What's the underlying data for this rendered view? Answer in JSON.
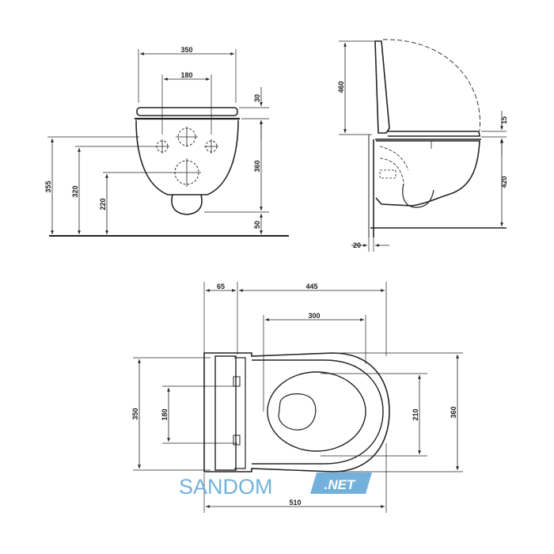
{
  "front_view": {
    "width": "350",
    "inner_width": "180",
    "lid_thickness": "30",
    "bowl_height": "360",
    "bottom_gap": "50",
    "total_height": "355",
    "upper_inlet_height": "320",
    "lower_inlet_height": "220"
  },
  "side_view": {
    "lid_height": "460",
    "seat_thickness": "15",
    "rim_height": "420",
    "wall_gap": "20"
  },
  "top_view": {
    "rear_offset": "65",
    "front_length": "445",
    "seat_width": "300",
    "total_width": "350",
    "fixing_width": "180",
    "inner_bowl": "210",
    "outer_width": "360",
    "total_length": "510"
  },
  "watermark": {
    "brand": "SANDOM",
    "suffix": ".NET",
    "brand_color": "#5aa3d6",
    "badge_color": "#5aa3d6"
  }
}
